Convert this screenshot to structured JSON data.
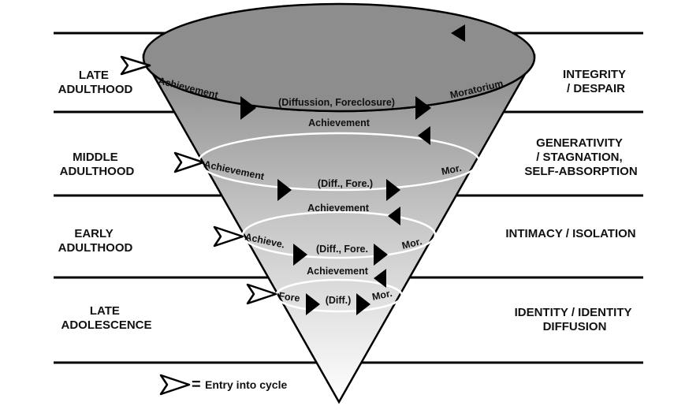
{
  "stages": [
    {
      "name_lines": [
        "LATE",
        "ADULTHOOD"
      ],
      "crisis_lines": [
        "INTEGRITY",
        "/ DESPAIR"
      ],
      "entry": "Achievement",
      "middle": "(Diffussion, Foreclosure)",
      "exit": "Moratorium",
      "next_entry": "Achievement"
    },
    {
      "name_lines": [
        "MIDDLE",
        "ADULTHOOD"
      ],
      "crisis_lines": [
        "GENERATIVITY",
        "/ STAGNATION,",
        "SELF-ABSORPTION"
      ],
      "entry": "Achievement",
      "middle": "(Diff., Fore.)",
      "exit": "Mor.",
      "next_entry": "Achievement"
    },
    {
      "name_lines": [
        "EARLY",
        "ADULTHOOD"
      ],
      "crisis_lines": [
        "INTIMACY / ISOLATION"
      ],
      "entry": "Achieve.",
      "middle": "(Diff., Fore.",
      "exit": "Mor.",
      "next_entry": "Achievement"
    },
    {
      "name_lines": [
        "LATE",
        "ADOLESCENCE"
      ],
      "crisis_lines": [
        "IDENTITY / IDENTITY",
        "DIFFUSION"
      ],
      "entry": "Fore",
      "middle": "(Diff.)",
      "exit": "Mor.",
      "next_entry": ""
    }
  ],
  "legend": {
    "symbol": "=",
    "text": "Entry into cycle"
  },
  "colors": {
    "cone_top": "#8a8a8a",
    "cone_bottom": "#ffffff",
    "line": "#000000",
    "ring": "#ffffff"
  }
}
